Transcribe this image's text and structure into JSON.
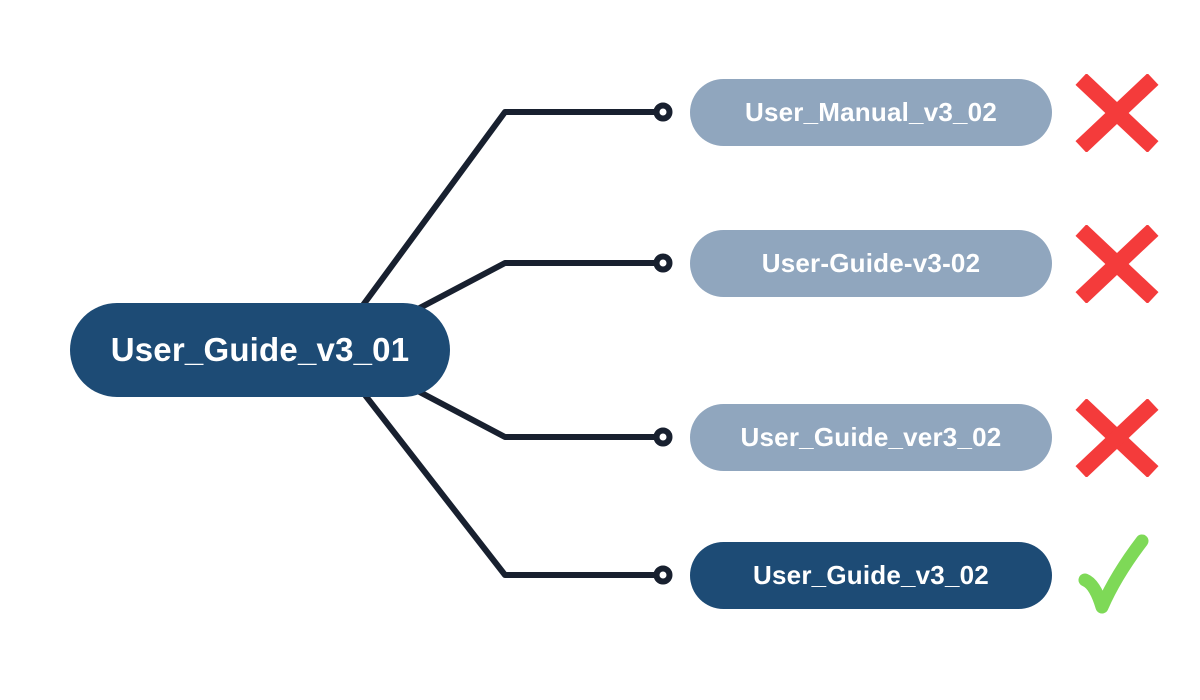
{
  "diagram": {
    "title": "file-version-naming-comparison",
    "root": {
      "label": "User_Guide_v3_01"
    },
    "options": [
      {
        "label": "User_Manual_v3_02",
        "verdict": "incorrect"
      },
      {
        "label": "User-Guide-v3-02",
        "verdict": "incorrect"
      },
      {
        "label": "User_Guide_ver3_02",
        "verdict": "incorrect"
      },
      {
        "label": "User_Guide_v3_02",
        "verdict": "correct"
      }
    ],
    "colors": {
      "background": "#ffffff",
      "root_pill": "#1d4b75",
      "option_pill": "#90a6be",
      "correct_pill": "#1d4b75",
      "connector": "#18202f",
      "cross": "#f43b3b",
      "check": "#7ed957",
      "text": "#ffffff"
    }
  }
}
